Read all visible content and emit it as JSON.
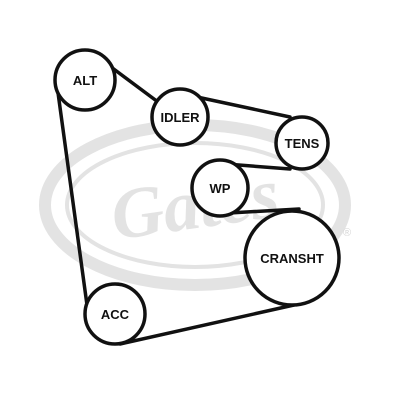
{
  "diagram": {
    "colors": {
      "belt": "#111111",
      "pulley_fill": "#ffffff",
      "pulley_stroke": "#111111",
      "watermark": "#e3e3e3"
    },
    "watermark": {
      "brand": "Gates",
      "registered_mark": "®"
    },
    "pulleys": {
      "alt": "ALT",
      "idler": "IDLER",
      "tens": "TENS",
      "wp": "WP",
      "cransht": "CRANSHT",
      "acc": "ACC"
    }
  }
}
